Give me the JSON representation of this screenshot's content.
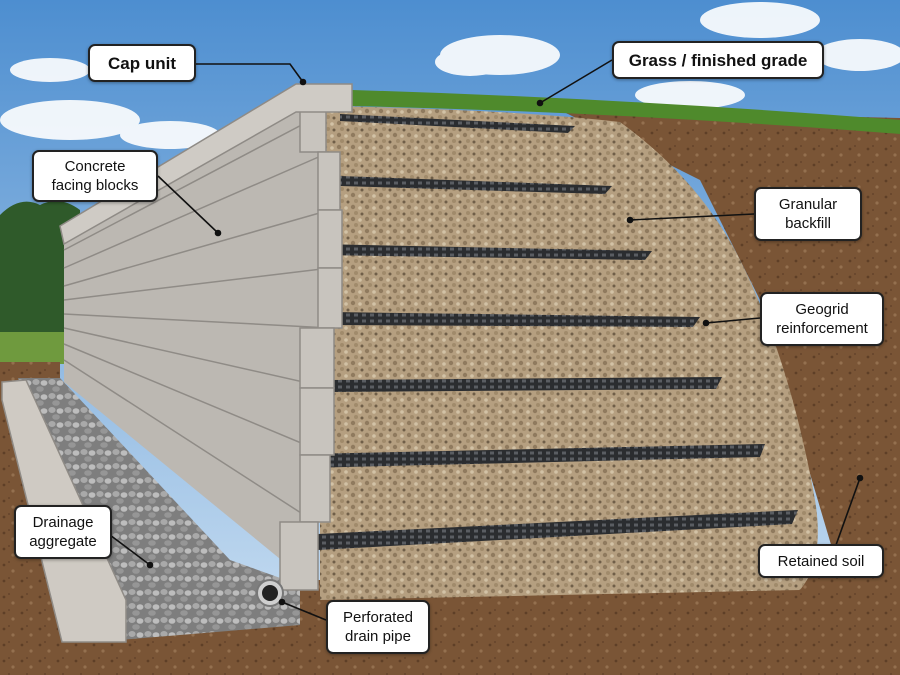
{
  "colors": {
    "sky_top": "#4d8ed0",
    "sky_bottom": "#cfe2f3",
    "grass": "#4f8a2c",
    "soil": "#7a5536",
    "soil_dark": "#5e3f27",
    "gravel": "#b59f80",
    "geogrid": "#2b2d30",
    "block": "#b7b3ad",
    "block_shadow": "#8f8b86",
    "drain_stone": "#9a9a9a",
    "label_border": "#222222"
  },
  "labels": {
    "cap_unit": "Cap unit",
    "grass": "Grass / finished grade",
    "facing_blocks": [
      "Concrete",
      "facing blocks"
    ],
    "backfill": [
      "Granular",
      "backfill"
    ],
    "geogrid": [
      "Geogrid",
      "reinforcement"
    ],
    "drainage": [
      "Drainage",
      "aggregate"
    ],
    "retained_soil": "Retained soil",
    "drain_pipe": [
      "Perforated",
      "drain pipe"
    ]
  }
}
